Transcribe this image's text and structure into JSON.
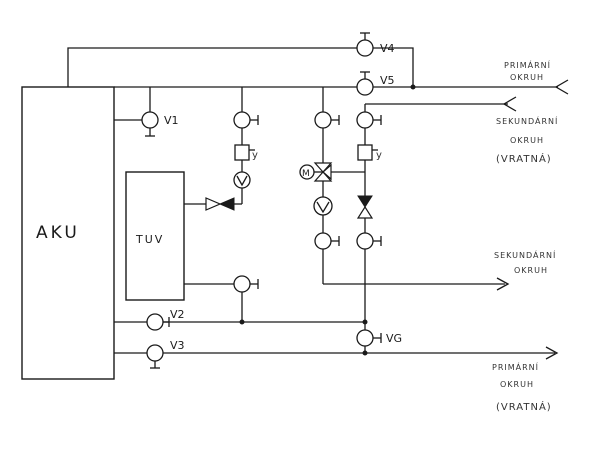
{
  "tanks": {
    "aku": "AKU",
    "tuv": "TUV"
  },
  "valves": {
    "v1": "V1",
    "v2": "V2",
    "v3": "V3",
    "v4": "V4",
    "v5": "V5",
    "v6": "VG"
  },
  "motor": "M",
  "pump_filter_mark": "y",
  "circuits": {
    "primary_supply": {
      "line1": "PRIMÁRNÍ",
      "line2": "OKRUH"
    },
    "secondary_return": {
      "line1": "SEKUNDÁRNÍ",
      "line2": "OKRUH",
      "line3": "(VRATNÁ)"
    },
    "secondary_supply": {
      "line1": "SEKUNDÁRNÍ",
      "line2": "OKRUH"
    },
    "primary_return": {
      "line1": "PRIMÁRNÍ",
      "line2": "OKRUH",
      "line3": "(VRATNÁ)"
    }
  }
}
